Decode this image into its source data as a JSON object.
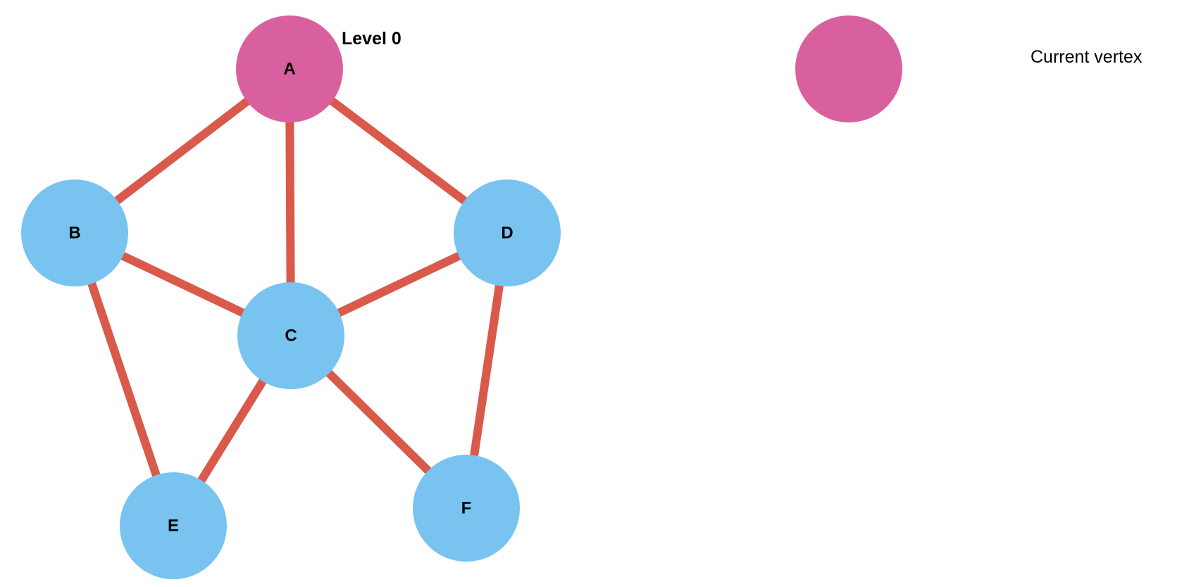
{
  "graph": {
    "nodes": [
      {
        "id": "A",
        "label": "A",
        "state": "current"
      },
      {
        "id": "B",
        "label": "B",
        "state": "unvisited"
      },
      {
        "id": "C",
        "label": "C",
        "state": "unvisited"
      },
      {
        "id": "D",
        "label": "D",
        "state": "unvisited"
      },
      {
        "id": "E",
        "label": "E",
        "state": "unvisited"
      },
      {
        "id": "F",
        "label": "F",
        "state": "unvisited"
      }
    ],
    "edges": [
      [
        "A",
        "B"
      ],
      [
        "A",
        "C"
      ],
      [
        "A",
        "D"
      ],
      [
        "B",
        "C"
      ],
      [
        "B",
        "E"
      ],
      [
        "C",
        "D"
      ],
      [
        "C",
        "E"
      ],
      [
        "C",
        "F"
      ],
      [
        "D",
        "F"
      ]
    ],
    "level_label": "Level 0"
  },
  "legend": {
    "current_vertex_label": "Current vertex"
  },
  "colors": {
    "current": "#d9609e",
    "unvisited": "#78c3f0",
    "edge": "#d95a4a",
    "text": "#000000"
  }
}
